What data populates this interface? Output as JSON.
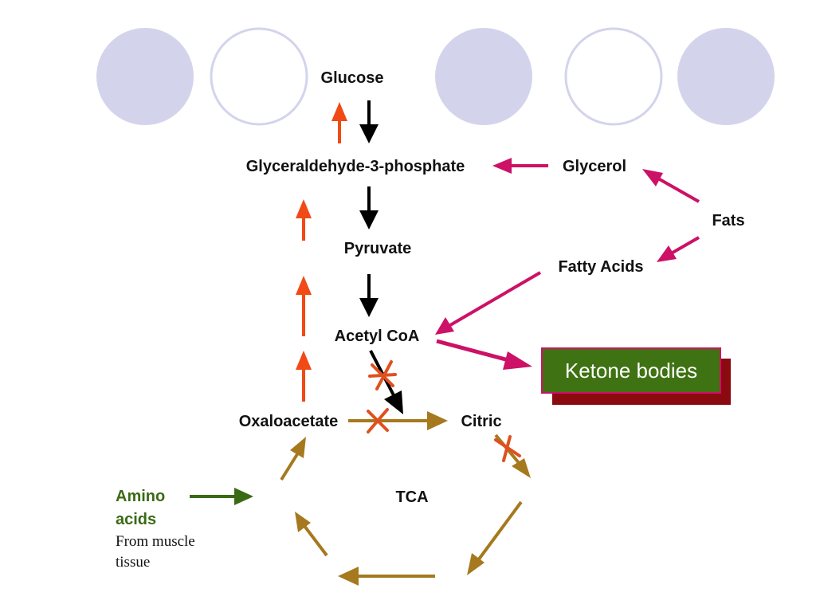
{
  "colors": {
    "circle_fill": "#d3d4ec",
    "circle_stroke": "#d3d4ec",
    "circle_hollow_stroke": "#d3d4ec",
    "black_arrow": "#000000",
    "orange_arrow": "#f04a16",
    "magenta_arrow": "#cc1166",
    "brown_arrow": "#a6791f",
    "green_arrow": "#3a6b14",
    "block_x": "#e0501e",
    "ketone_box": "#3e7212",
    "ketone_shadow": "#8a0a10"
  },
  "labels": {
    "glucose": "Glucose",
    "g3p": "Glyceraldehyde-3-phosphate",
    "glycerol": "Glycerol",
    "fats": "Fats",
    "pyruvate": "Pyruvate",
    "fatty_acids": "Fatty Acids",
    "acetyl_coa": "Acetyl CoA",
    "ketone_bodies": "Ketone bodies",
    "oxaloacetate": "Oxaloacetate",
    "citric": "Citric",
    "tca": "TCA",
    "amino_line1": "Amino",
    "amino_line2": "acids",
    "muscle_line1": "From muscle",
    "muscle_line2": "tissue"
  },
  "decor": {
    "circles": [
      "filled",
      "hollow",
      "filled",
      "hollow",
      "filled"
    ]
  }
}
